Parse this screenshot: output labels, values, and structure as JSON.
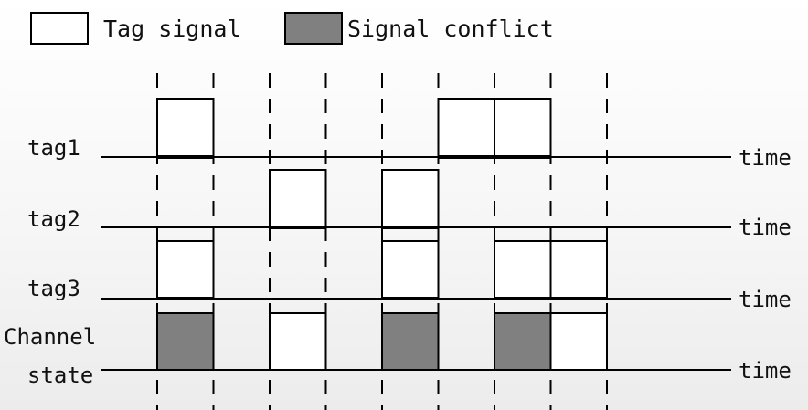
{
  "legend": {
    "tag_signal": "Tag signal",
    "signal_conflict": "Signal conflict"
  },
  "rows": [
    {
      "label": "tag1",
      "axis_label": "time"
    },
    {
      "label": "tag2",
      "axis_label": "time"
    },
    {
      "label": "tag3",
      "axis_label": "time"
    },
    {
      "label_lines": [
        "Channel",
        "state"
      ],
      "axis_label": "time"
    }
  ],
  "slots": {
    "count": 8,
    "tag1": [
      1,
      0,
      0,
      0,
      0,
      1,
      1,
      0
    ],
    "tag2": [
      0,
      0,
      1,
      0,
      1,
      0,
      0,
      0
    ],
    "tag3": [
      1,
      0,
      0,
      0,
      1,
      0,
      1,
      1
    ],
    "channel": [
      "conflict",
      "idle",
      "signal",
      "idle",
      "conflict",
      "idle",
      "conflict",
      "signal"
    ]
  },
  "colors": {
    "signal_fill": "#ffffff",
    "conflict_fill": "#808080",
    "line": "#000000"
  }
}
